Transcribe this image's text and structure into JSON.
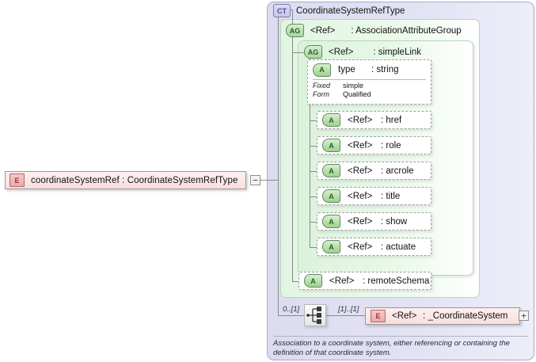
{
  "element": {
    "badge": "E",
    "label": "coordinateSystemRef : CoordinateSystemRefType",
    "toggle": "−"
  },
  "complex_type": {
    "badge": "CT",
    "label": "CoordinateSystemRefType"
  },
  "attribute_groups": [
    {
      "badge": "AG",
      "name": "<Ref>",
      "type": ": AssociationAttributeGroup"
    },
    {
      "badge": "AG",
      "name": "<Ref>",
      "type": ": simpleLink"
    }
  ],
  "attributes": [
    {
      "badge": "A",
      "name": "type",
      "type": ": string",
      "facets": [
        {
          "key": "Fixed",
          "value": "simple"
        },
        {
          "key": "Form",
          "value": "Qualified"
        }
      ]
    },
    {
      "badge": "A",
      "name": "<Ref>",
      "type": ": href"
    },
    {
      "badge": "A",
      "name": "<Ref>",
      "type": ": role"
    },
    {
      "badge": "A",
      "name": "<Ref>",
      "type": ": arcrole"
    },
    {
      "badge": "A",
      "name": "<Ref>",
      "type": ": title"
    },
    {
      "badge": "A",
      "name": "<Ref>",
      "type": ": show"
    },
    {
      "badge": "A",
      "name": "<Ref>",
      "type": ": actuate"
    },
    {
      "badge": "A",
      "name": "<Ref>",
      "type": ": remoteSchema"
    }
  ],
  "content_model": {
    "compositor": "choice-icon",
    "cardinality_left": "0..[1]",
    "cardinality_right": "[1]..[1]",
    "child_element": {
      "badge": "E",
      "name": "<Ref>",
      "type": ": _CoordinateSystem",
      "toggle": "+"
    }
  },
  "documentation": "Association to a coordinate system, either referencing or containing the definition of that coordinate system.",
  "colors": {
    "element_fill": "#f9dede",
    "element_badge": "#eda9a9",
    "complextype_fill": "#dcdcf0",
    "complextype_badge": "#c6c6ea",
    "group_fill": "#e2f5e2",
    "attribute_badge": "#9ed18f",
    "border": "#9a9a9a",
    "connector": "#8a8a8a"
  }
}
